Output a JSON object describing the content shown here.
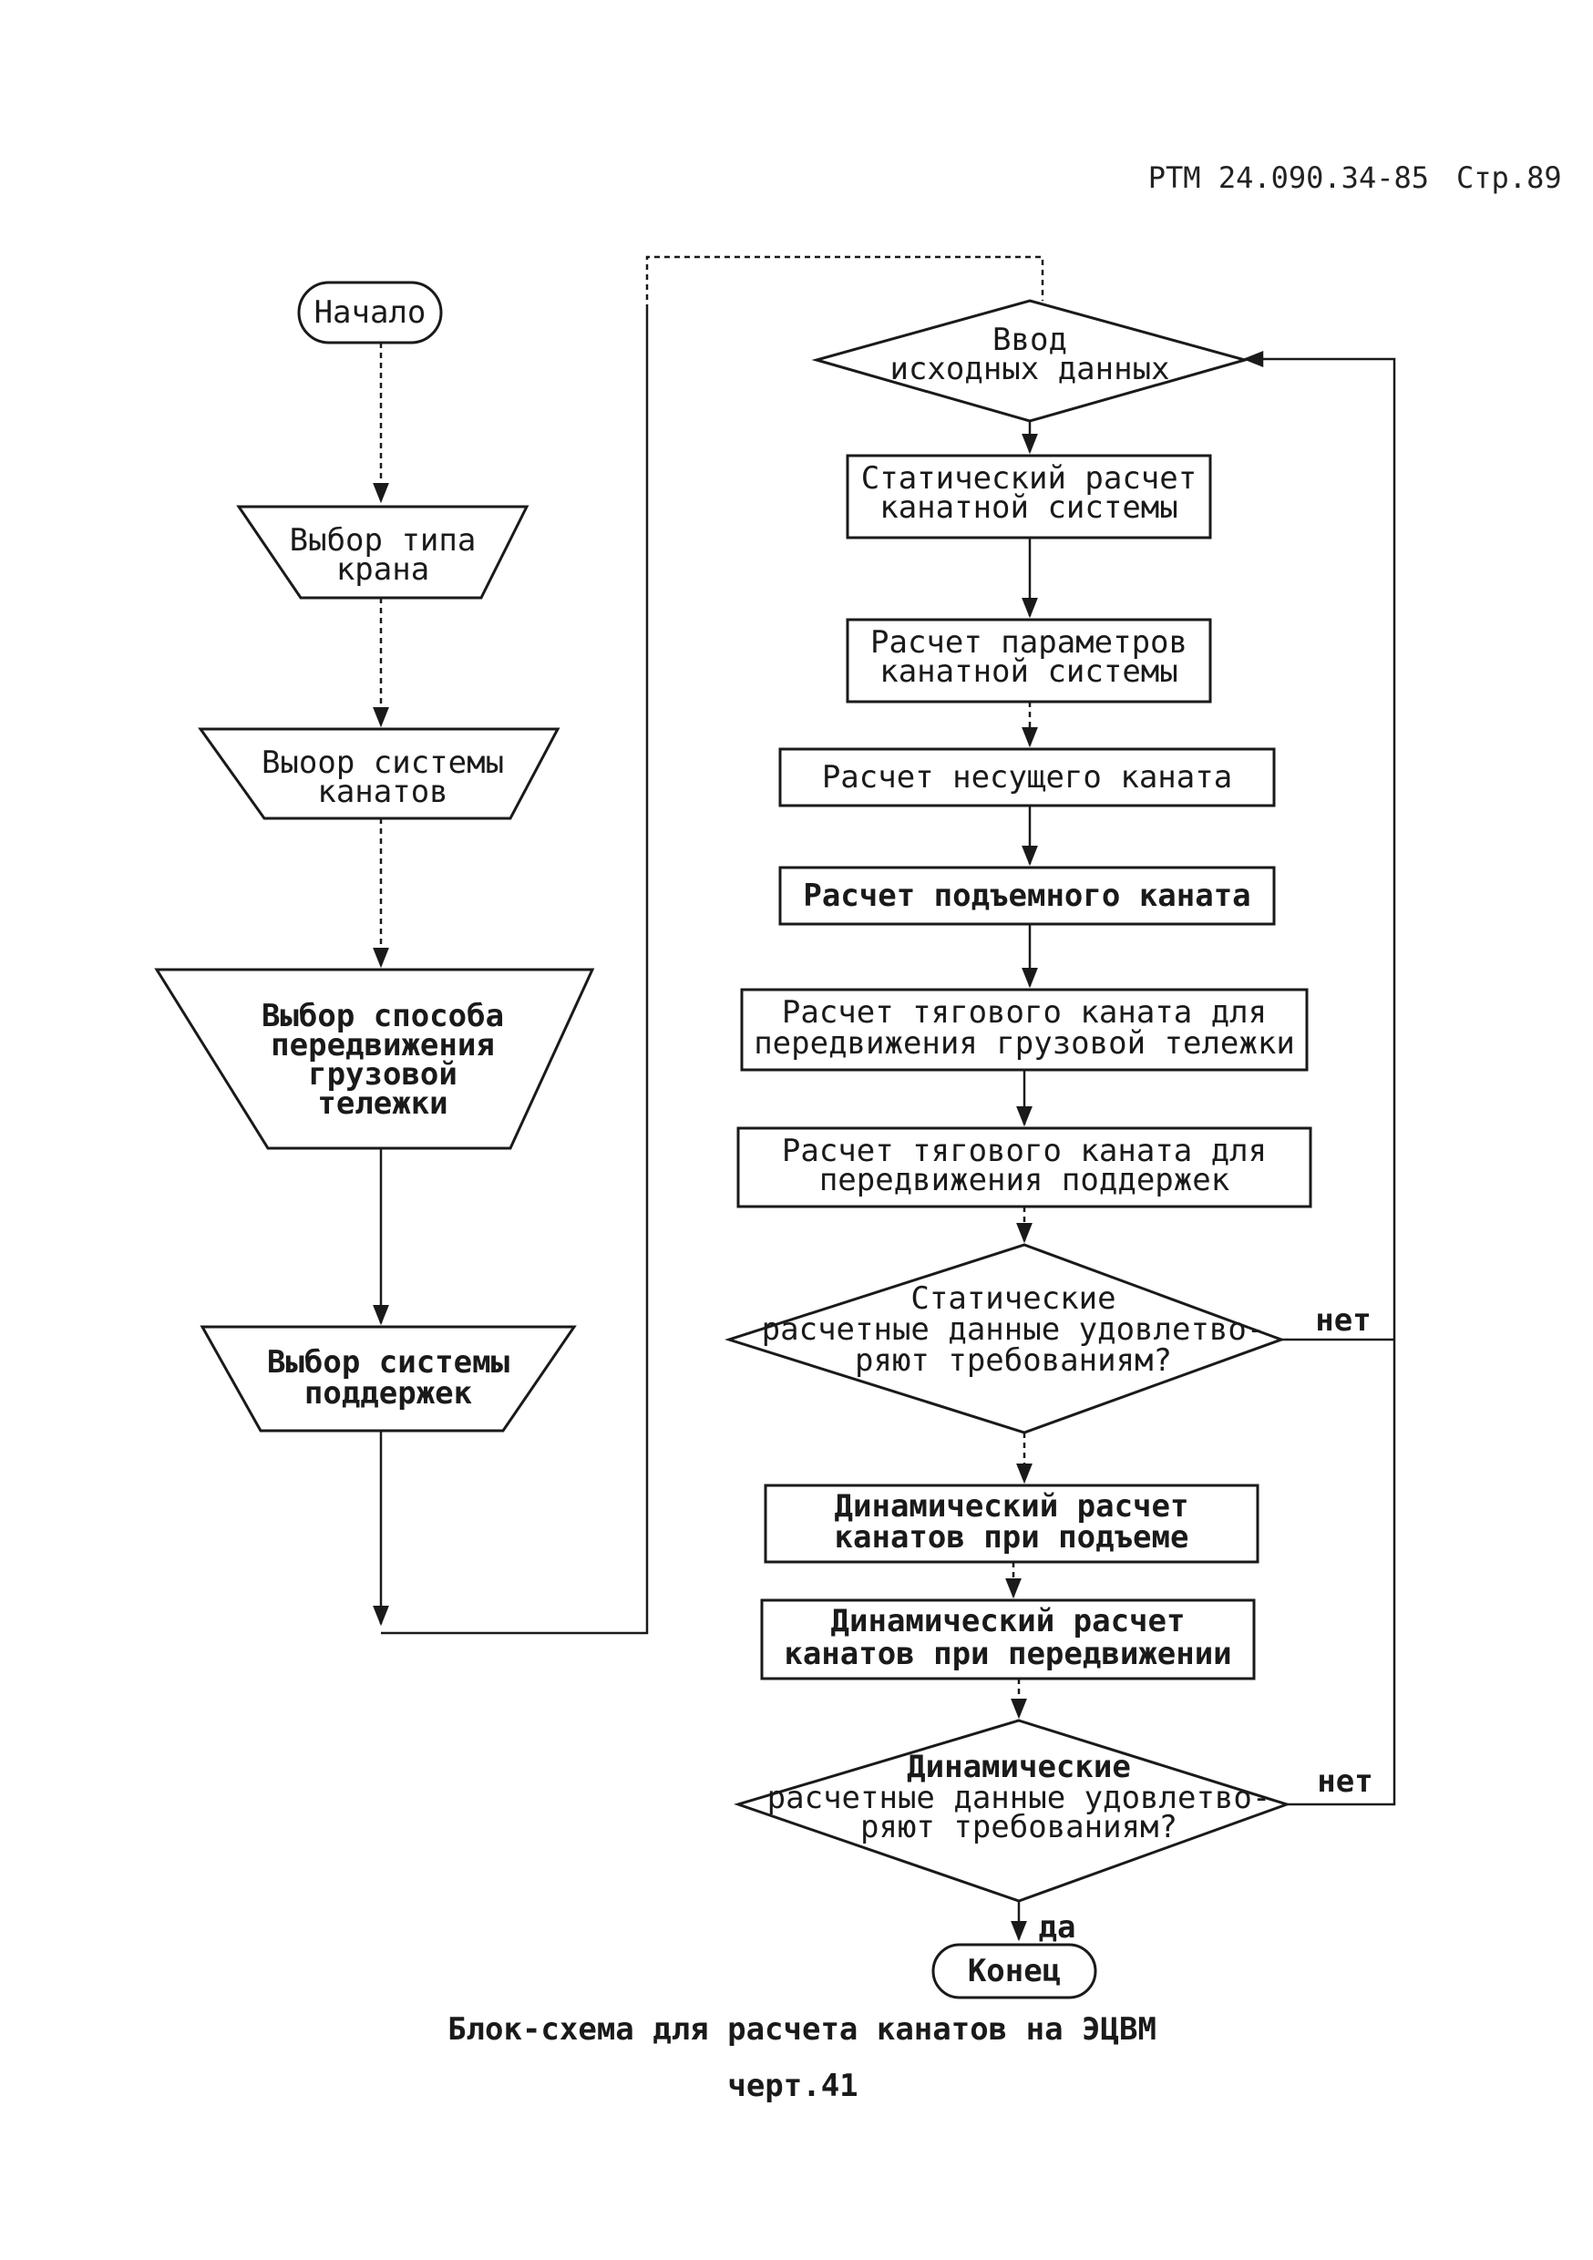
{
  "header": {
    "doc_ref": "РТМ 24.090.34-85",
    "page": "Стр.89"
  },
  "left_column": {
    "start": "Начало",
    "crane_type": [
      "Выбор типа",
      "крана"
    ],
    "rope_system": [
      "Выоор системы",
      "канатов"
    ],
    "trolley_method": [
      "Выбор способа",
      "передвижения",
      "грузовой",
      "тележки"
    ],
    "support_system": [
      "Выбор системы",
      "поддержек"
    ]
  },
  "right_column": {
    "input": [
      "Ввод",
      "исходных данных"
    ],
    "static_calc": [
      "Статический расчет",
      "канатной системы"
    ],
    "params_calc": [
      "Расчет параметров",
      "канатной системы"
    ],
    "carrying_rope": "Расчет несущего каната",
    "hoisting_rope": "Расчет подъемного каната",
    "traction_trolley": [
      "Расчет тягового каната для",
      "передвижения грузовой тележки"
    ],
    "traction_supports": [
      "Расчет тягового каната для",
      "передвижения поддержек"
    ],
    "static_check": [
      "Статические",
      "расчетные данные удовлетво-",
      "ряют требованиям?"
    ],
    "dyn_lift": [
      "Динамический расчет",
      "канатов при подъеме"
    ],
    "dyn_move": [
      "Динамический расчет",
      "канатов при передвижении"
    ],
    "dyn_check": [
      "Динамические",
      "расчетные данные удовлетво-",
      "ряют требованиям?"
    ],
    "no_label_1": "нет",
    "no_label_2": "нет",
    "yes_label": "да",
    "end": "Конец"
  },
  "caption": {
    "title": "Блок-схема для расчета канатов на ЭЦВМ",
    "figure": "черт.41"
  }
}
